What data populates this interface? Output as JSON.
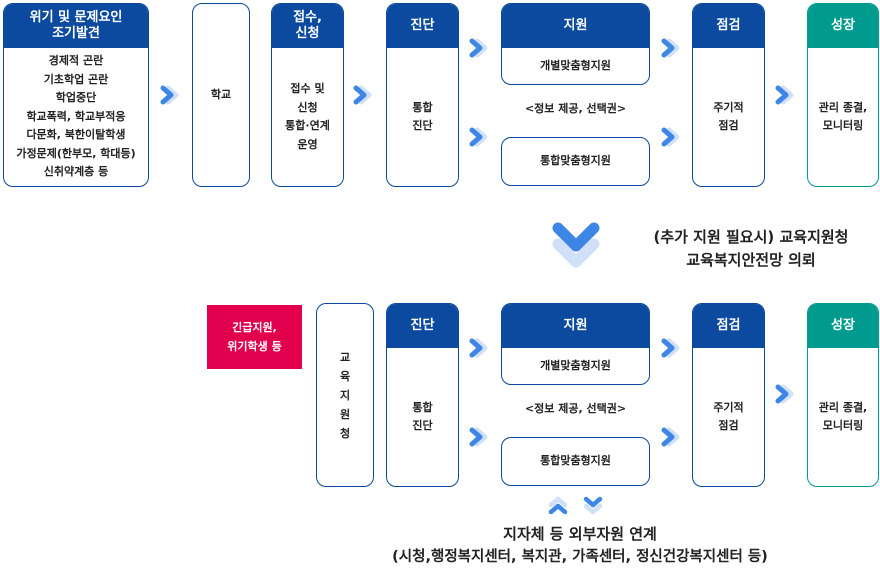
{
  "top_row": {
    "detection": {
      "title": "위기 및 문제요인\n조기발견",
      "items": "경제적 곤란\n기초학업 곤란\n학업중단\n학교폭력, 학교부적응\n다문화, 북한이탈학생\n가정문제(한부모, 학대등)\n신취약계층 등"
    },
    "school": {
      "label": "학교"
    },
    "intake": {
      "title": "접수,\n신청",
      "body": "접수 및\n신청\n통합·연계\n운영"
    },
    "diagnosis": {
      "title": "진단",
      "body": "통합\n진단"
    },
    "support": {
      "title": "지원",
      "individual": "개별맞춤형지원",
      "info": "<정보 제공, 선택권>",
      "integrated": "통합맞춤형지원"
    },
    "check": {
      "title": "점검",
      "body": "주기적\n점검"
    },
    "growth": {
      "title": "성장",
      "body": "관리 종결,\n모니터링"
    }
  },
  "referral_note": "(추가 지원 필요시) 교육지원청\n교육복지안전망 의뢰",
  "bottom_row": {
    "emergency": {
      "label": "긴급지원,\n위기학생 등"
    },
    "office": {
      "label": "교\n육\n지\n원\n청"
    },
    "diagnosis": {
      "title": "진단",
      "body": "통합\n진단"
    },
    "support": {
      "title": "지원",
      "individual": "개별맞춤형지원",
      "info": "<정보 제공, 선택권>",
      "integrated": "통합맞춤형지원"
    },
    "check": {
      "title": "점검",
      "body": "주기적\n점검"
    },
    "growth": {
      "title": "성장",
      "body": "관리 종결,\n모니터링"
    }
  },
  "external_note": {
    "line1": "지자체 등 외부자원 연계",
    "line2": "(시청,행정복지센터, 복지관, 가족센터, 정신건강복지센터 등)"
  },
  "colors": {
    "primary": "#0b4a9e",
    "teal": "#009b8f",
    "emergency": "#e2004e",
    "chevron": "#3d86e6",
    "chevron_light": "#cfe0f8"
  }
}
